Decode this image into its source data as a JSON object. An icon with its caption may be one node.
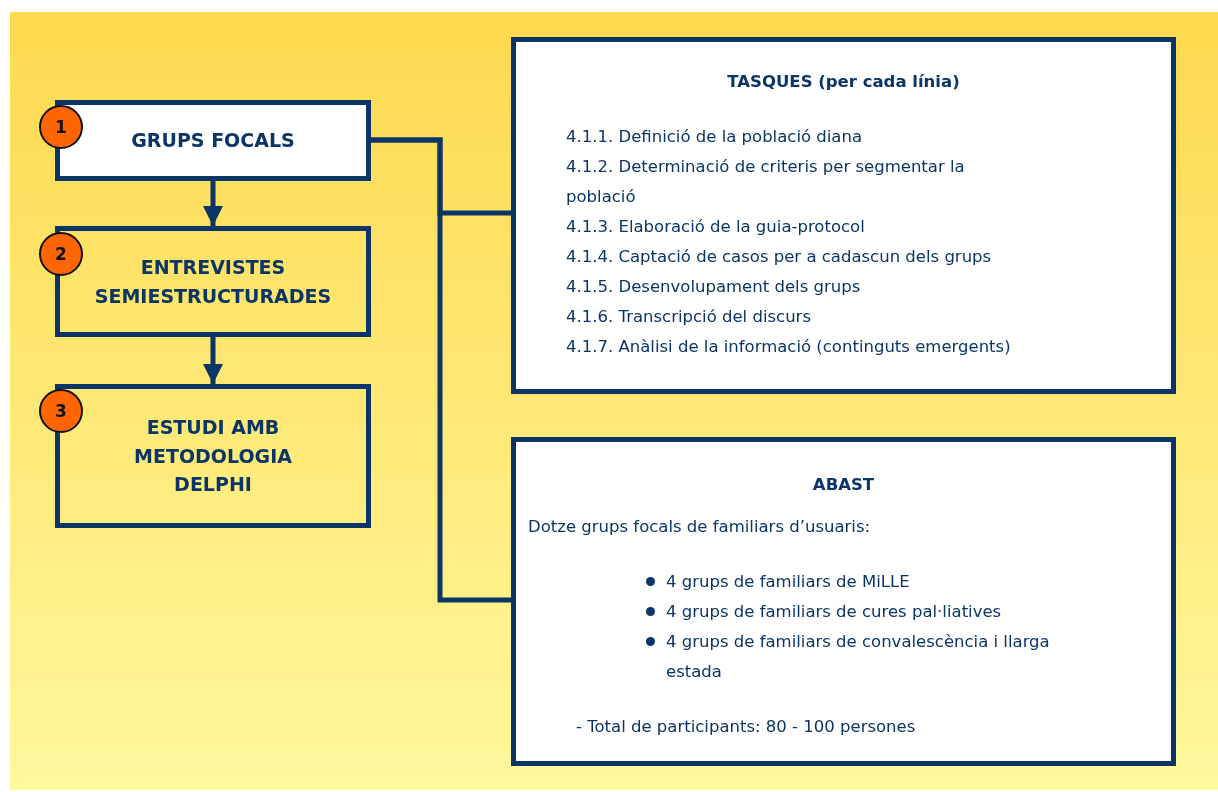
{
  "diagram": {
    "nodes": [
      {
        "text": [
          "1"
        ]
      },
      {
        "text": [
          "GRUPS FOCALS"
        ]
      },
      {
        "text": [
          "2"
        ]
      },
      {
        "text": [
          "ENTREVISTES SEMIESTRUCTURADES"
        ]
      },
      {
        "text": [
          "3"
        ]
      },
      {
        "text": [
          "ESTUDI AMB METODOLOGIA DELPHI"
        ]
      },
      {
        "text": [
          "TASQUES (per cada línia)",
          "4.1.1. Definició de la població diana",
          "4.1.2. Determinació de criteris per segmentar la població",
          "4.1.3. Elaboració de la guia-protocol",
          "4.1.4. Captació de casos per a cadascun dels grups",
          "4.1.5. Desenvolupament dels grups",
          "4.1.6. Transcripció del discurs",
          "4.1.7. Anàlisi de la informació (continguts emergents)"
        ]
      },
      {
        "text": [
          "ABAST",
          "Dotze grups focals de familiars d’usuaris:",
          "4 grups de familiars de MiLLE",
          "4 grups de familiars de cures pal·liatives",
          "4 grups de familiars de convalescència i llarga estada",
          "- Total de participants: 80 - 100 persones"
        ]
      }
    ],
    "edges": [
      {
        "from": 1,
        "to": 3,
        "arrow": "to"
      },
      {
        "from": 3,
        "to": 5,
        "arrow": "to"
      },
      {
        "from": 1,
        "to": 6,
        "arrow": "none"
      },
      {
        "from": 1,
        "to": 7,
        "arrow": "none"
      }
    ]
  }
}
